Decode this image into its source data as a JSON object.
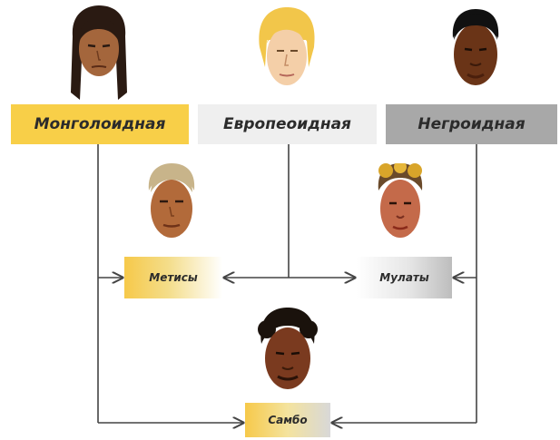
{
  "races": {
    "mongoloid": "Монголоидная",
    "europeoid": "Европеоидная",
    "negroid": "Негроидная"
  },
  "mixes": {
    "metisy": "Метисы",
    "mulaty": "Мулаты",
    "sambo": "Самбо"
  },
  "colors": {
    "mongoloid_box": "#f8cf48",
    "europeoid_box": "#efefef",
    "negroid_box": "#a8a8a8",
    "connector": "#444444"
  },
  "portraits": [
    "mongoloid-face",
    "europeoid-face",
    "negroid-face",
    "metis-face",
    "mulatto-face",
    "sambo-face"
  ]
}
